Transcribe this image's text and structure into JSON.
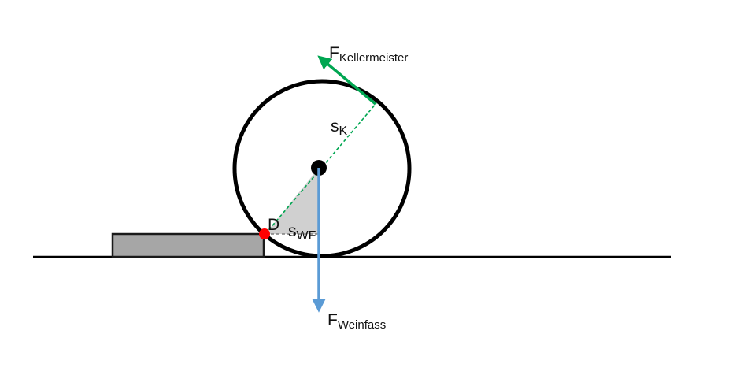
{
  "diagram": {
    "labels": {
      "force_kellermeister": {
        "main": "F",
        "sub": "Kellermeister"
      },
      "force_weinfass": {
        "main": "F",
        "sub": "Weinfass"
      },
      "lever_k": {
        "main": "s",
        "sub": "K"
      },
      "lever_wf": {
        "main": "s",
        "sub": "WF"
      },
      "pivot": "D"
    },
    "colors": {
      "circle": "#000000",
      "ground": "#000000",
      "block_fill": "#a6a6a6",
      "force_kellermeister": "#00a651",
      "force_weinfass": "#5b9bd5",
      "pivot_point": "#ff0000",
      "triangle_fill": "#d0d0d0",
      "lever_line_k": "#00a651",
      "lever_line_wf": "#7f7f7f"
    }
  }
}
